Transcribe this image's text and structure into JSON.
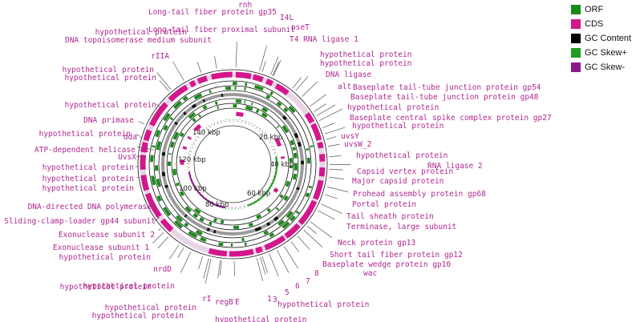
{
  "legend": [
    {
      "label": "ORF",
      "color": "#1a8a1a"
    },
    {
      "label": "CDS",
      "color": "#d4168c"
    },
    {
      "label": "GC Content",
      "color": "#000000"
    },
    {
      "label": "GC Skew+",
      "color": "#1f9e1f"
    },
    {
      "label": "GC Skew-",
      "color": "#8b1a8b"
    }
  ],
  "map": {
    "scale_labels": [
      "20 kbp",
      "40 kbp",
      "60 kbp",
      "80 kbp",
      "100 kbp",
      "120 kbp",
      "140 kbp"
    ],
    "gene_labels": [
      "rnh",
      "Long-tail fiber protein gp35",
      "I4L",
      "Long-tail fiber proximal subunit",
      "pseT",
      "T4 RNA ligase 1",
      "hypothetical protein",
      "hypothetical protein",
      "DNA ligase",
      "alt",
      "Baseplate tail-tube junction protein gp54",
      "Baseplate tail-tube junction protein gp48",
      "hypothetical protein",
      "Baseplate central spike complex protein gp27",
      "hypothetical protein",
      "uvsY",
      "uvsW_2",
      "hypothetical protein",
      "RNA ligase 2",
      "Capsid vertex protein",
      "Major capsid protein",
      "Prohead assembly protein gp68",
      "Portal protein",
      "Tail sheath protein",
      "Terminase, large subunit",
      "Neck protein gp13",
      "Short tail fiber protein gp12",
      "Baseplate wedge protein gp10",
      "wac",
      "8",
      "7",
      "6",
      "5",
      "hypothetical protein",
      "1",
      "3",
      "hypothetical protein",
      "E",
      "regB",
      "rI",
      "hypothetical protein",
      "hypothetical protein",
      "hypothetical protein",
      "hypothetical protein",
      "nrdD",
      "hypothetical protein",
      "Exonuclease subunit 1",
      "Exonuclease subunit 2",
      "Sliding-clamp-loader gp44 subunit",
      "DNA-directed DNA polymerase",
      "hypothetical protein",
      "hypothetical protein",
      "hypothetical protein",
      "UvsX",
      "ATP-dependent helicase 41",
      "hypothetical protein",
      "DNA primase",
      "hypothetical protein",
      "dda",
      "hypothetical protein",
      "hypothetical protein",
      "rIIA",
      "DNA topoisomerase medium subunit",
      "hypothetical protein"
    ]
  }
}
